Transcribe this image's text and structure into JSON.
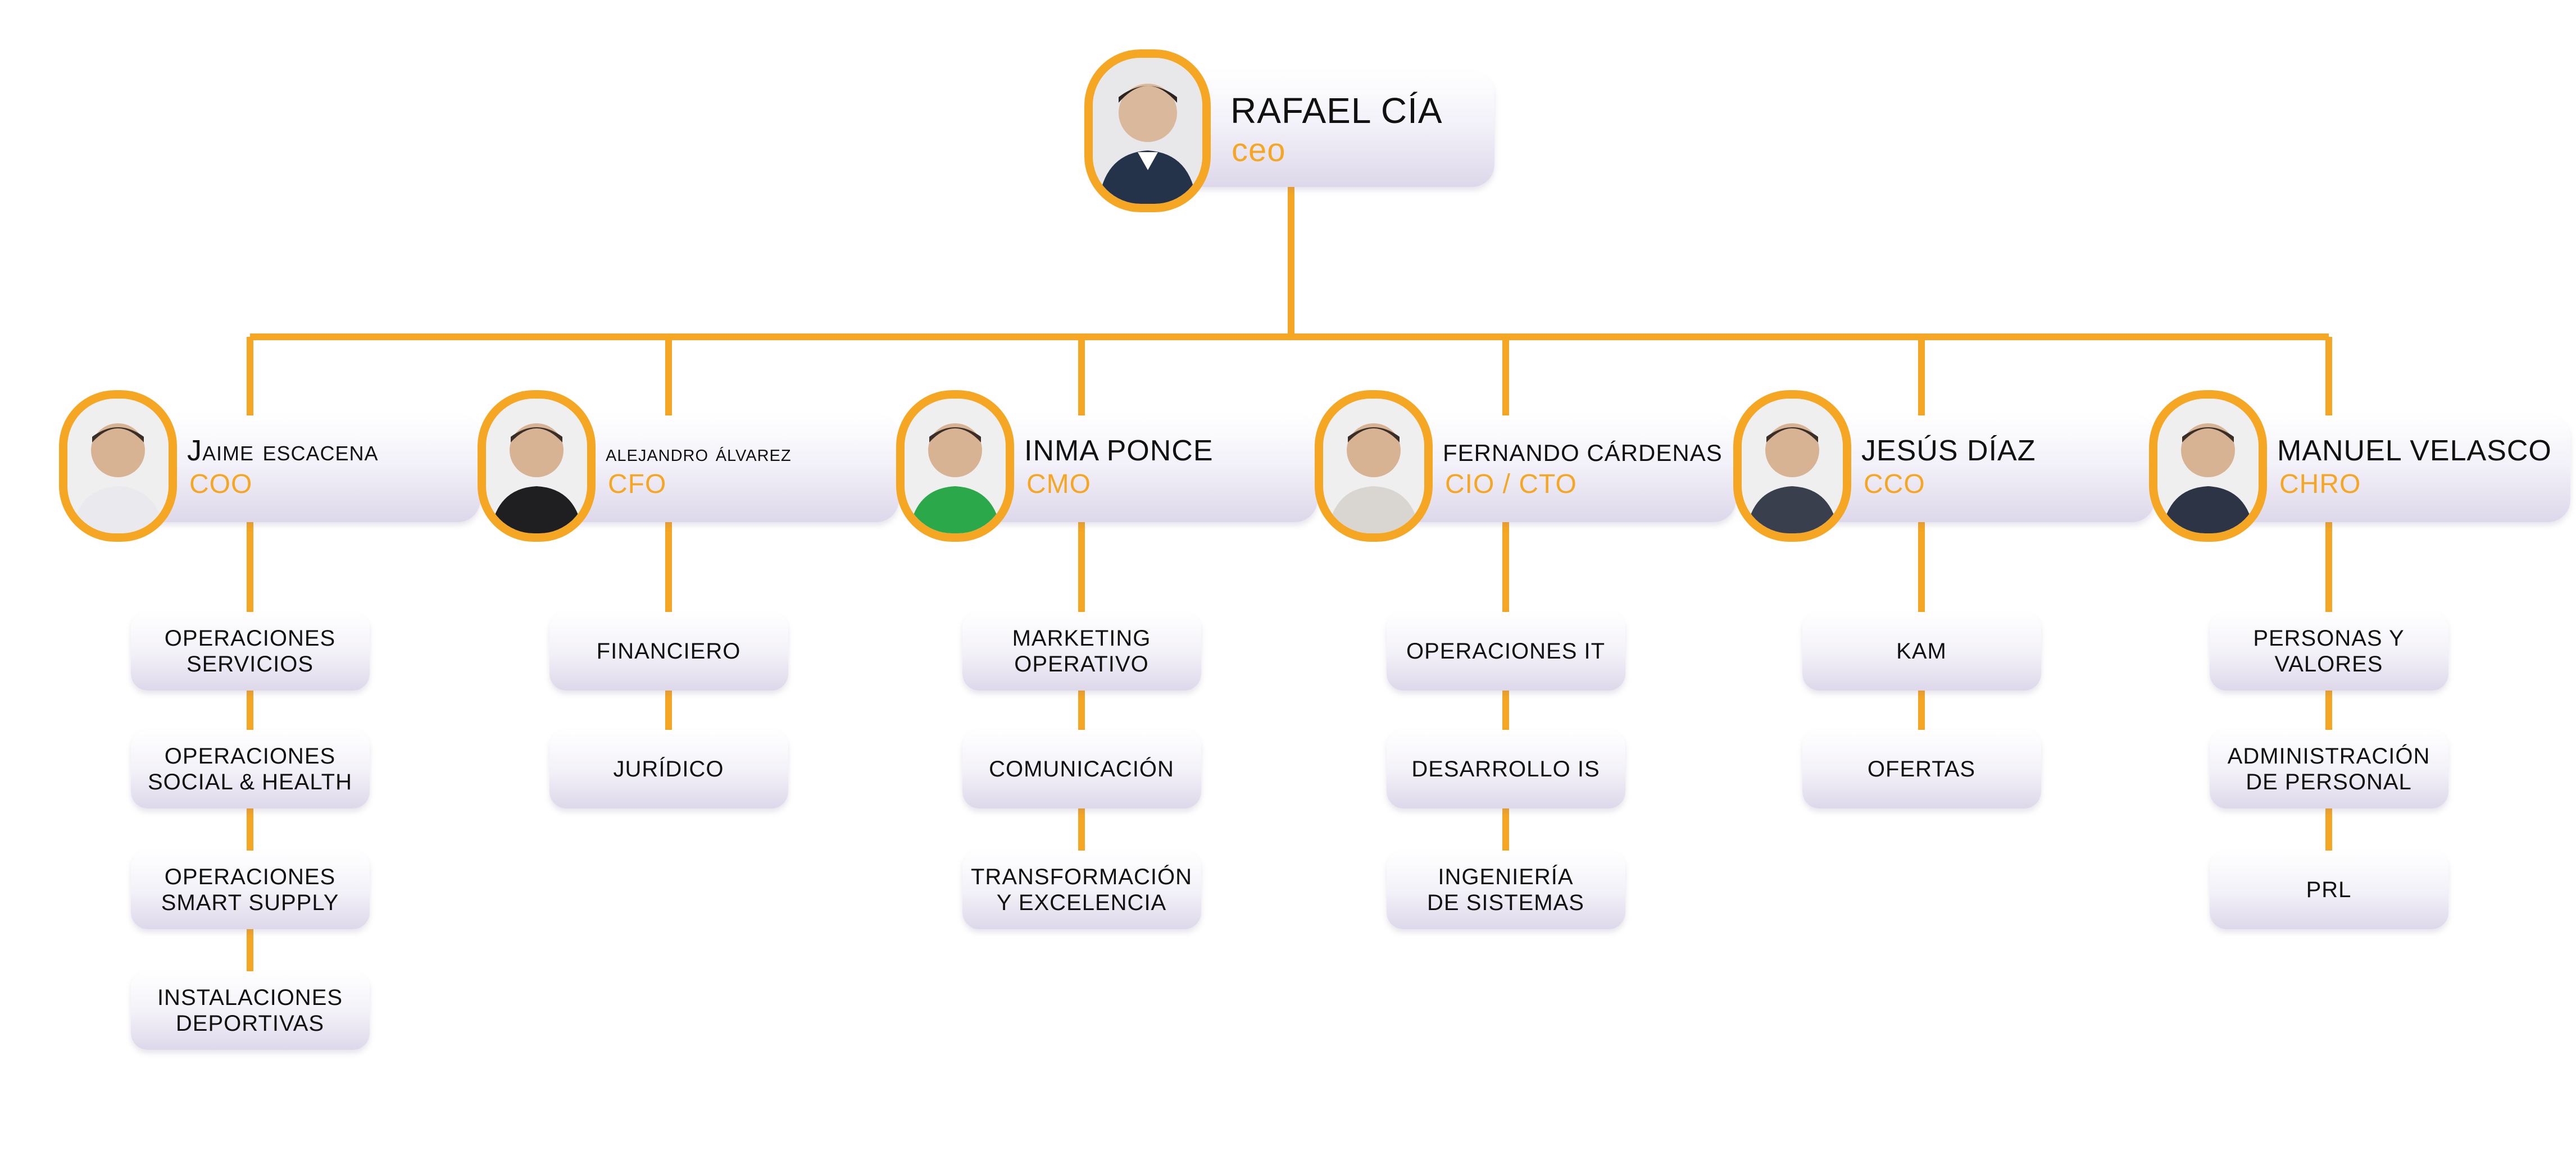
{
  "colors": {
    "accent": "#f5a623",
    "card_bottom": "#ddd8ea",
    "text": "#111111"
  },
  "ceo": {
    "name": "RAFAEL CÍA",
    "role": "ceo"
  },
  "executives": [
    {
      "id": "coo",
      "name": "Jaime escacena",
      "role": "COO",
      "departments": [
        "OPERACIONES\nSERVICIOS",
        "OPERACIONES\nSOCIAL & HEALTH",
        "OPERACIONES\nSMART SUPPLY",
        "INSTALACIONES\nDEPORTIVAS"
      ]
    },
    {
      "id": "cfo",
      "name": "alejandro álvarez",
      "role": "CFO",
      "departments": [
        "FINANCIERO",
        "JURÍDICO"
      ]
    },
    {
      "id": "cmo",
      "name": "INMA PONCE",
      "role": "CMO",
      "departments": [
        "MARKETING\nOPERATIVO",
        "COMUNICACIÓN",
        "TRANSFORMACIÓN\nY EXCELENCIA"
      ]
    },
    {
      "id": "cio",
      "name": "FERNANDO CÁRDENAS",
      "role": "CIO / CTO",
      "departments": [
        "OPERACIONES IT",
        "DESARROLLO IS",
        "INGENIERÍA\nDE SISTEMAS"
      ]
    },
    {
      "id": "cco",
      "name": "JESÚS DÍAZ",
      "role": "CCO",
      "departments": [
        "KAM",
        "OFERTAS"
      ]
    },
    {
      "id": "chro",
      "name": "MANUEL VELASCO",
      "role": "CHRO",
      "departments": [
        "PERSONAS Y\nVALORES",
        "ADMINISTRACIÓN\nDE PERSONAL",
        "PRL"
      ]
    }
  ]
}
